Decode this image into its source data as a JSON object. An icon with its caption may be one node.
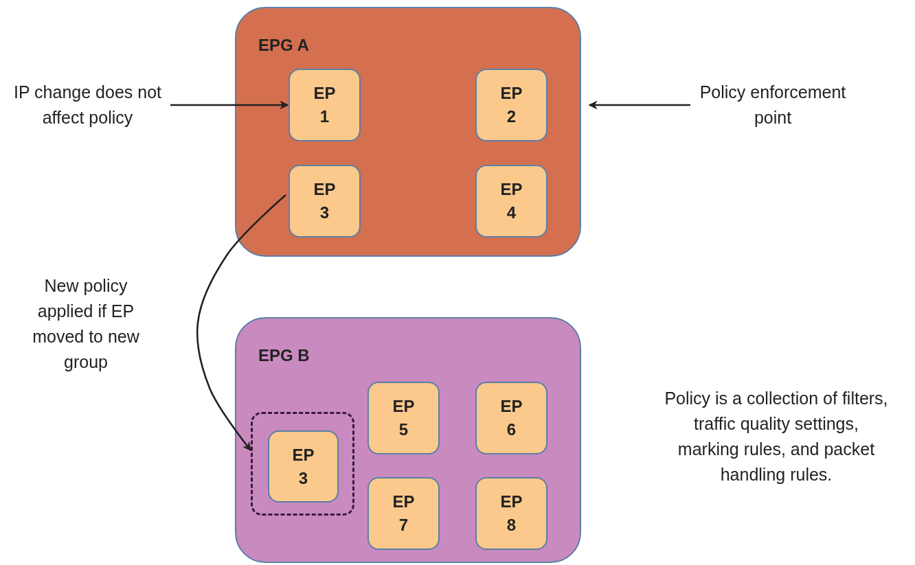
{
  "diagram": {
    "nodes": [
      {
        "text": [
          "EPG A"
        ]
      },
      {
        "text": [
          "EP 1"
        ],
        "in": 0
      },
      {
        "text": [
          "EP 2"
        ],
        "in": 0
      },
      {
        "text": [
          "EP 3"
        ],
        "in": 0
      },
      {
        "text": [
          "EP 4"
        ],
        "in": 0
      },
      {
        "text": [
          "IP change does not affect policy"
        ]
      },
      {
        "text": [
          "Policy enforcement point"
        ]
      },
      {
        "text": [
          "EPG B"
        ]
      },
      {
        "text": [],
        "shape": "box",
        "in": 7
      },
      {
        "text": [
          "EP 3"
        ],
        "in": 8
      },
      {
        "text": [
          "EP 5"
        ],
        "in": 7
      },
      {
        "text": [
          "EP 6"
        ],
        "in": 7
      },
      {
        "text": [
          "EP 7"
        ],
        "in": 7
      },
      {
        "text": [
          "EP 8"
        ],
        "in": 7
      }
    ],
    "edges": [
      {
        "from": 5,
        "to": 1,
        "arrow": "to"
      },
      {
        "from": 6,
        "to": 0,
        "arrow": "to"
      },
      {
        "from": 3,
        "to": 8,
        "arrow": "to"
      }
    ],
    "labels": [
      "New policy applied if EP moved to new group",
      "Policy is a collection of filters, traffic quality settings, marking rules, and packet handling rules."
    ]
  }
}
